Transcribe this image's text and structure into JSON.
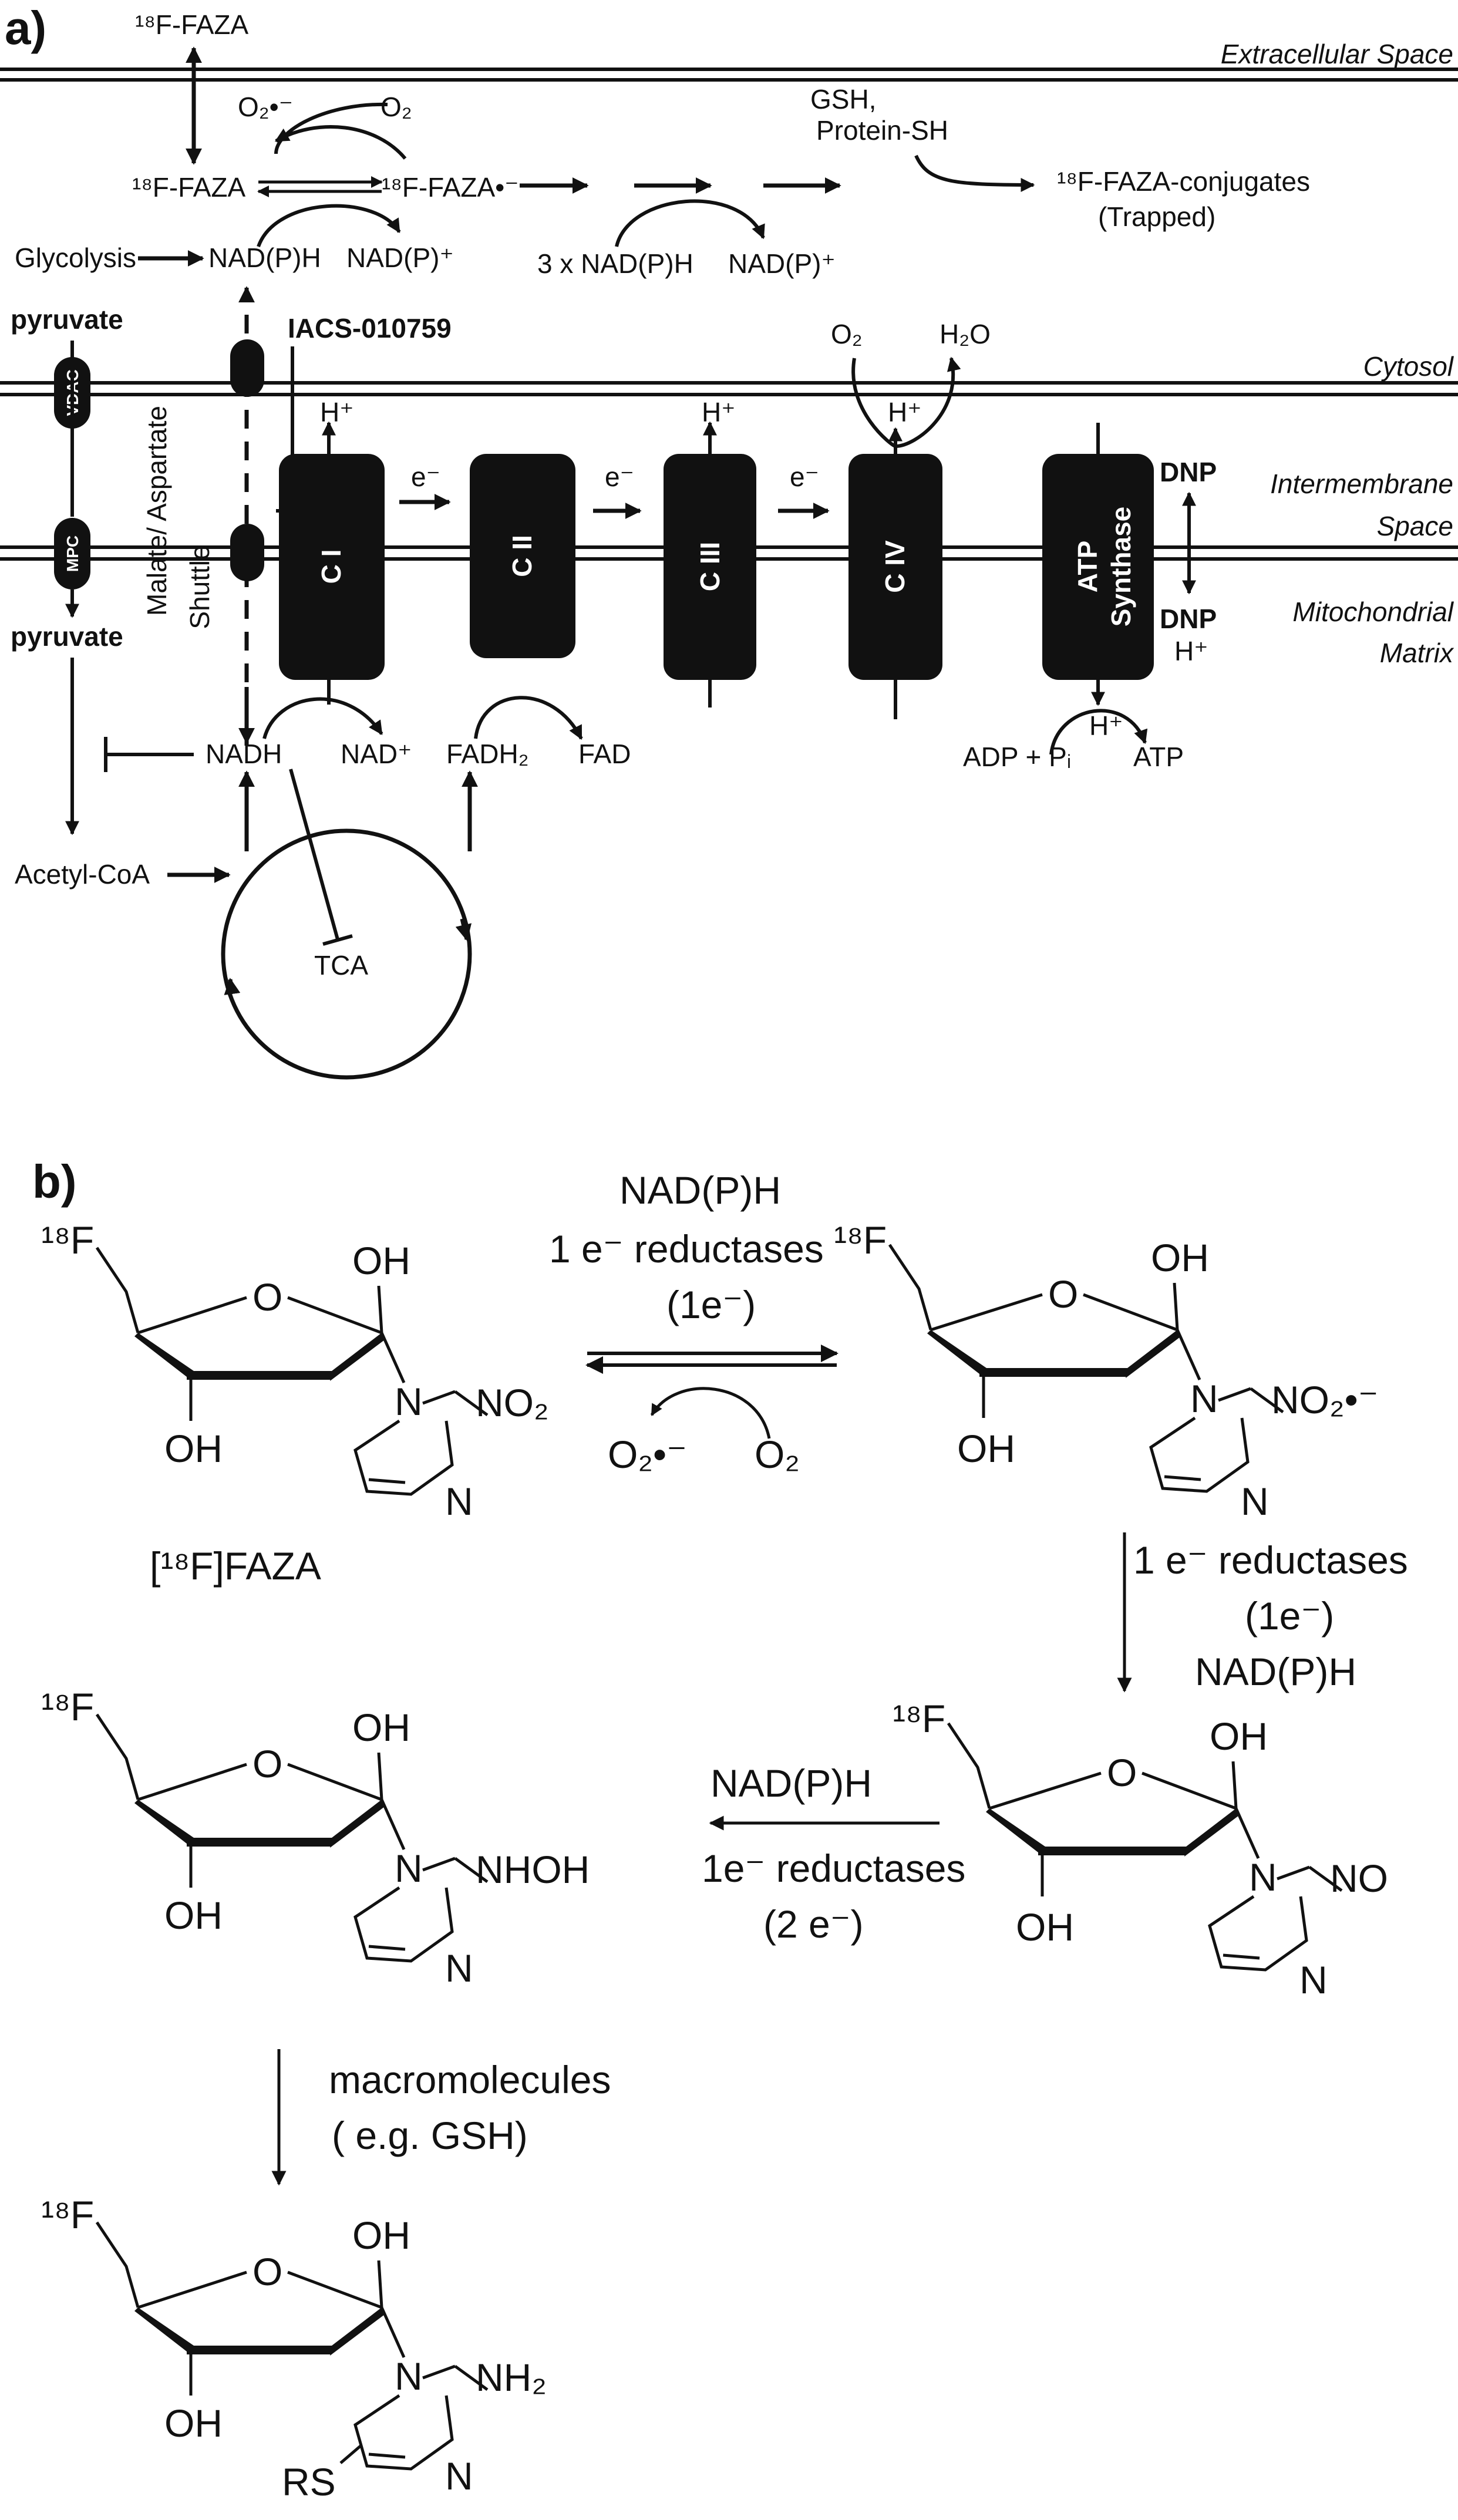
{
  "panel_a": {
    "label": "a)",
    "compartments": {
      "extracellular": "Extracellular Space",
      "cytosol": "Cytosol",
      "intermembrane_1": "Intermembrane",
      "intermembrane_2": "Space",
      "matrix_1": "Mitochondrial",
      "matrix_2": "Matrix"
    },
    "faza": {
      "top": "¹⁸F-FAZA",
      "left": "¹⁸F-FAZA",
      "radical": "¹⁸F-FAZA•⁻",
      "superoxide": "O₂•⁻",
      "oxygen": "O₂",
      "gsh_1": "GSH,",
      "gsh_2": "Protein-SH",
      "conj_1": "¹⁸F-FAZA-conjugates",
      "conj_2": "(Trapped)",
      "three_nadph": "3 x NAD(P)H",
      "nadp_plus_2": "NAD(P)⁺"
    },
    "glycolysis": "Glycolysis",
    "nadph": "NAD(P)H",
    "nadp_plus": "NAD(P)⁺",
    "inhibitor": "IACS-010759",
    "pyruvate_top": "pyruvate",
    "pyruvate_bottom": "pyruvate",
    "vdac": "VDAC",
    "mpc": "MPC",
    "shuttle_1": "Malate/ Aspartate",
    "shuttle_2": "Shuttle",
    "complexes": [
      "C I",
      "C II",
      "C III",
      "C IV"
    ],
    "atp_synthase_1": "ATP",
    "atp_synthase_2": "Synthase",
    "h_plus": "H⁺",
    "electron": "e⁻",
    "o2": "O₂",
    "h2o": "H₂O",
    "dnp": "DNP",
    "nadh": "NADH",
    "nad_plus": "NAD⁺",
    "fadh2": "FADH₂",
    "fad": "FAD",
    "adp": "ADP + Pᵢ",
    "atp": "ATP",
    "acetyl_coa": "Acetyl-CoA",
    "tca": "TCA"
  },
  "panel_b": {
    "label": "b)",
    "f18": "¹⁸F",
    "oh": "OH",
    "ring_o": "O",
    "n": "N",
    "no2": "NO₂",
    "no2_radical": "NO₂•⁻",
    "no": "NO",
    "nhoh": "NHOH",
    "nh2": "NH₂",
    "rs": "RS",
    "faza_name": "[¹⁸F]FAZA",
    "step1_cofactor": "NAD(P)H",
    "step1_enzyme": "1 e⁻ reductases",
    "step1_electrons": "(1e⁻)",
    "superoxide": "O₂•⁻",
    "oxygen": "O₂",
    "step2_enzyme": "1 e⁻ reductases",
    "step2_electrons": "(1e⁻)",
    "step2_cofactor": "NAD(P)H",
    "step3_cofactor": "NAD(P)H",
    "step3_enzyme": "1e⁻ reductases",
    "step3_electrons": "(2 e⁻)",
    "step4_reagent": "macromolecules",
    "step4_example": "( e.g. GSH)"
  }
}
